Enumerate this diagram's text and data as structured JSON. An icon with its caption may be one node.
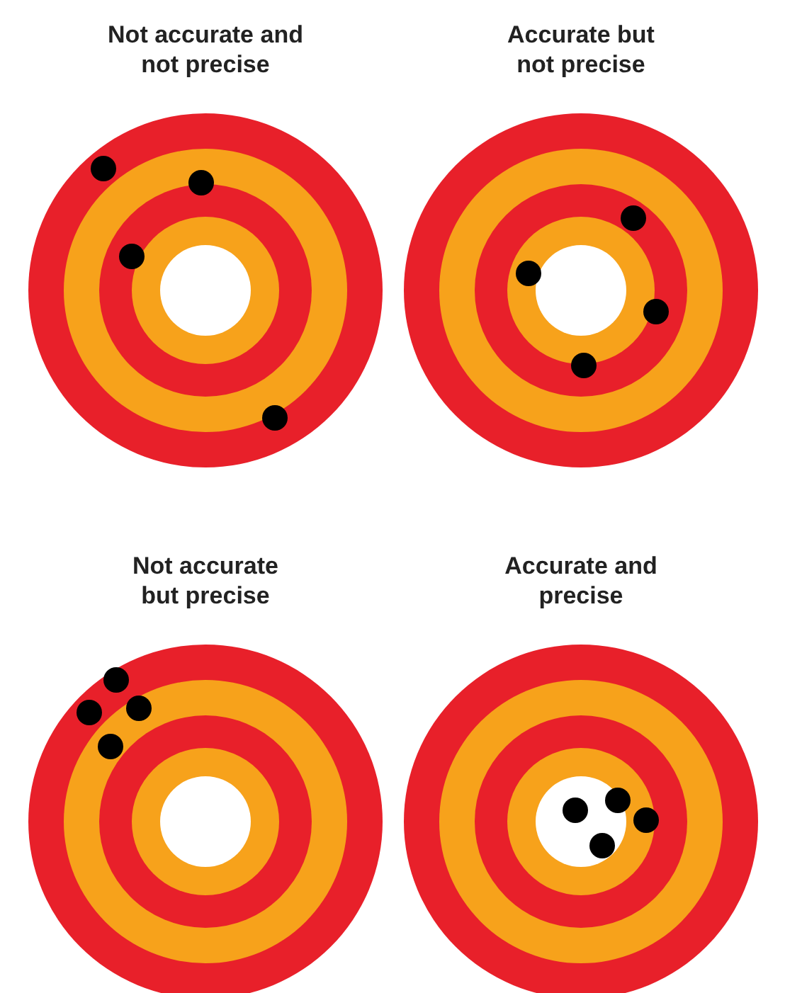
{
  "diagram": {
    "nodes": [
      {
        "text": [
          "Not accurate and not precise"
        ]
      },
      {
        "text": [
          "Accurate but not precise"
        ]
      },
      {
        "text": [
          "Not accurate but precise"
        ]
      },
      {
        "text": [
          "Accurate and precise"
        ]
      }
    ]
  }
}
